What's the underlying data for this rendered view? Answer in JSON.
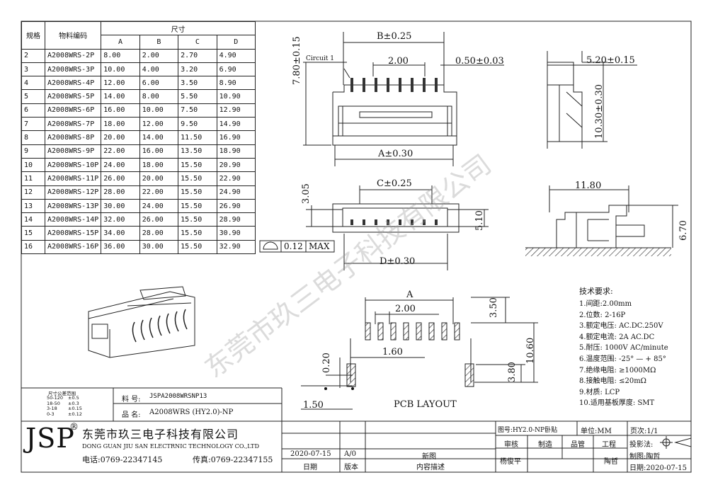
{
  "spec_table": {
    "headers": {
      "spec": "规格",
      "code": "物料编码",
      "dim": "尺寸",
      "A": "A",
      "B": "B",
      "C": "C",
      "D": "D"
    },
    "rows": [
      [
        "2",
        "A2008WRS-2P",
        "8.00",
        "2.00",
        "2.70",
        "4.90"
      ],
      [
        "3",
        "A2008WRS-3P",
        "10.00",
        "4.00",
        "3.20",
        "6.90"
      ],
      [
        "4",
        "A2008WRS-4P",
        "12.00",
        "6.00",
        "3.50",
        "8.90"
      ],
      [
        "5",
        "A2008WRS-5P",
        "14.00",
        "8.00",
        "5.50",
        "10.90"
      ],
      [
        "6",
        "A2008WRS-6P",
        "16.00",
        "10.00",
        "7.50",
        "12.90"
      ],
      [
        "7",
        "A2008WRS-7P",
        "18.00",
        "12.00",
        "9.50",
        "14.90"
      ],
      [
        "8",
        "A2008WRS-8P",
        "20.00",
        "14.00",
        "11.50",
        "16.90"
      ],
      [
        "9",
        "A2008WRS-9P",
        "22.00",
        "16.00",
        "13.50",
        "18.90"
      ],
      [
        "10",
        "A2008WRS-10P",
        "24.00",
        "18.00",
        "15.50",
        "20.90"
      ],
      [
        "11",
        "A2008WRS-11P",
        "26.00",
        "20.00",
        "15.50",
        "22.90"
      ],
      [
        "12",
        "A2008WRS-12P",
        "28.00",
        "22.00",
        "15.50",
        "24.90"
      ],
      [
        "13",
        "A2008WRS-13P",
        "30.00",
        "24.00",
        "15.50",
        "26.90"
      ],
      [
        "14",
        "A2008WRS-14P",
        "32.00",
        "26.00",
        "15.50",
        "28.90"
      ],
      [
        "15",
        "A2008WRS-15P",
        "34.00",
        "28.00",
        "15.50",
        "30.90"
      ],
      [
        "16",
        "A2008WRS-16P",
        "36.00",
        "30.00",
        "15.50",
        "32.90"
      ]
    ]
  },
  "dims": {
    "b": "B±0.25",
    "pitch_top": "2.00",
    "pin_width": "0.50±0.03",
    "height_780": "7.80±0.15",
    "circuit": "Circuit 1",
    "a": "A±0.30",
    "side_520": "5.20±0.15",
    "side_1030": "10.30±0.30",
    "c": "C±0.25",
    "h305": "3.05",
    "h510": "5.10",
    "d": "D±0.30",
    "flat": "0.12",
    "flat_max": "MAX",
    "side2_1180": "11.80",
    "side2_670": "6.70",
    "pcb_a": "A",
    "pcb_pitch": "2.00",
    "pcb_350": "3.50",
    "pcb_160": "1.60",
    "pcb_020": "0.20",
    "pcb_1060": "10.60",
    "pcb_380": "3.80",
    "pcb_150": "1.50",
    "pcb_layout": "PCB LAYOUT"
  },
  "requirements": {
    "title": "技术要求:",
    "items": [
      "1.间距:2.00mm",
      "2.位数: 2-16P",
      "3.额定电压: AC.DC.250V",
      "4.额定电流: 2A AC.DC",
      "5.耐压: 1000V AC/minute",
      "6.温度范围: -25° — + 85°",
      "7.绝缘电阻: ≥1000MΩ",
      "8.接触电阻: ≤20mΩ",
      "9.材质: LCP",
      "10.适用基板厚度: SMT"
    ]
  },
  "watermark": "东莞市玖三电子科技有限公司",
  "tolerance": {
    "title": "尺寸公差范围",
    "rows": [
      [
        "50-120",
        "±0.5"
      ],
      [
        "18-50",
        "±0.3"
      ],
      [
        "3-18",
        "±0.15"
      ],
      [
        "0-3",
        "±0.12"
      ]
    ]
  },
  "material": {
    "label": "料  号:",
    "value": "JSPA2008WRSNP13"
  },
  "product": {
    "label": "品  名:",
    "value": "A2008WRS (HY2.0)-NP"
  },
  "company": {
    "logo": "JSP",
    "reg": "®",
    "name_cn": "东莞市玖三电子科技有限公司",
    "name_en": "DONG GUAN JIU SAN ELECTRNIC TECHNOLOGY CO.,LTD",
    "phone": "电话:0769-22347145",
    "fax": "传真:0769-22347155"
  },
  "revision": {
    "date": "2020-07-15",
    "version": "A/0",
    "desc": "新图",
    "date_label": "日期",
    "version_label": "版本",
    "desc_label": "内容描述"
  },
  "title_block": {
    "drawing_no": "图号:HY2.0-NP卧贴",
    "unit": "单位:MM",
    "page": "页次:1/1",
    "review": "审核",
    "make": "制造",
    "qc": "品管",
    "eng": "工程",
    "projection": "投影法:",
    "reviewer": "杨俊平",
    "engineer": "陶哲",
    "drafter": "制图:陶哲",
    "draw_date": "日期:2020-07-15"
  }
}
